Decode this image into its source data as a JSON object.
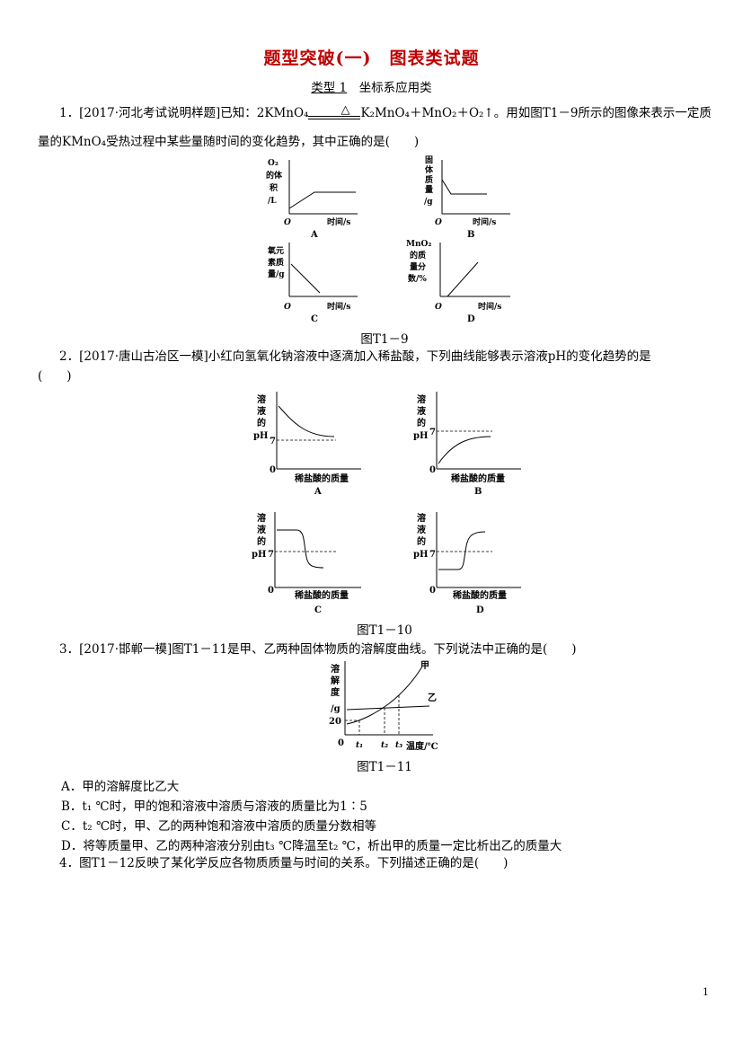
{
  "title": "题型突破(一)　图表类试题",
  "subtitle": {
    "label": "类型 1",
    "text": "坐标系应用类"
  },
  "q1": {
    "line1_a": "1．[2017·河北考试说明样题]已知：2KMnO₄",
    "eq_sym": "△",
    "line1_b": "K₂MnO₄＋MnO₂＋O₂↑。用如图T1－9所示的图像来表示一定质",
    "line2": "量的KMnO₄受热过程中某些量随时间的变化趋势，其中正确的是(　　)",
    "figure_caption": "图T1－9",
    "graphs": [
      {
        "letter": "A",
        "ylabel": [
          "O₂",
          "的体",
          "积",
          "/L"
        ],
        "xlabel": "时间/s",
        "origin": "O"
      },
      {
        "letter": "B",
        "ylabel": [
          "固",
          "体",
          "质",
          "量",
          "/g"
        ],
        "xlabel": "时间/s",
        "origin": "O"
      },
      {
        "letter": "C",
        "ylabel": [
          "氧元",
          "素质",
          "量/g"
        ],
        "xlabel": "时间/s",
        "origin": "O"
      },
      {
        "letter": "D",
        "ylabel": [
          "MnO₂",
          "的质",
          "量分",
          "数/%"
        ],
        "xlabel": "时间/s",
        "origin": "O"
      }
    ]
  },
  "q2": {
    "line1": "2．[2017·唐山古冶区一模]小红向氢氧化钠溶液中逐滴加入稀盐酸，下列曲线能够表示溶液pH的变化趋势的是",
    "line2": "(　　)",
    "figure_caption": "图T1－10",
    "graphs": [
      {
        "letter": "A",
        "ylabel": [
          "溶",
          "液",
          "的"
        ],
        "ph": "pH",
        "seven": "7",
        "origin": "0",
        "xlabel": "稀盐酸的质量"
      },
      {
        "letter": "B",
        "ylabel": [
          "溶",
          "液",
          "的"
        ],
        "ph": "pH",
        "seven": "7",
        "origin": "0",
        "xlabel": "稀盐酸的质量"
      },
      {
        "letter": "C",
        "ylabel": [
          "溶",
          "液",
          "的"
        ],
        "ph": "pH",
        "seven": "7",
        "origin": "0",
        "xlabel": "稀盐酸的质量"
      },
      {
        "letter": "D",
        "ylabel": [
          "溶",
          "液",
          "的"
        ],
        "ph": "pH",
        "seven": "7",
        "origin": "0",
        "xlabel": "稀盐酸的质量"
      }
    ]
  },
  "q3": {
    "line1": "3．[2017·邯郸一模]图T1－11是甲、乙两种固体物质的溶解度曲线。下列说法中正确的是(　　)",
    "figure_caption": "图T1－11",
    "graph": {
      "ylabel": [
        "溶",
        "解",
        "度",
        "/g"
      ],
      "y20": "20",
      "origin": "0",
      "t1": "t₁",
      "t2": "t₂",
      "t3": "t₃",
      "xlabel": "温度/℃",
      "jia": "甲",
      "yi": "乙"
    },
    "options": [
      "A．甲的溶解度比乙大",
      "B．t₁ ℃时，甲的饱和溶液中溶质与溶液的质量比为1∶5",
      "C．t₂ ℃时，甲、乙的两种饱和溶液中溶质的质量分数相等",
      "D．将等质量甲、乙的两种溶液分别由t₃ ℃降温至t₂ ℃，析出甲的质量一定比析出乙的质量大"
    ]
  },
  "q4": {
    "line1": "4．图T1－12反映了某化学反应各物质质量与时间的关系。下列描述正确的是(　　)"
  },
  "page_number": "1"
}
